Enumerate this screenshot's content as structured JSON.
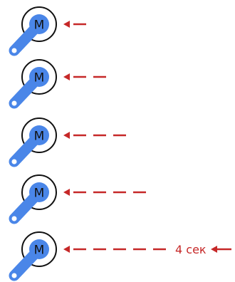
{
  "motor_label": "M",
  "timer_label": "4 сек",
  "colors": {
    "arm": "#4a86e8",
    "motor_fill": "#ffffff",
    "motor_stroke": "#111111",
    "arrow": "#c62828",
    "label": "#c62828"
  },
  "rows": [
    {
      "dashes": 1
    },
    {
      "dashes": 2
    },
    {
      "dashes": 3
    },
    {
      "dashes": 4
    },
    {
      "dashes": 5
    }
  ]
}
